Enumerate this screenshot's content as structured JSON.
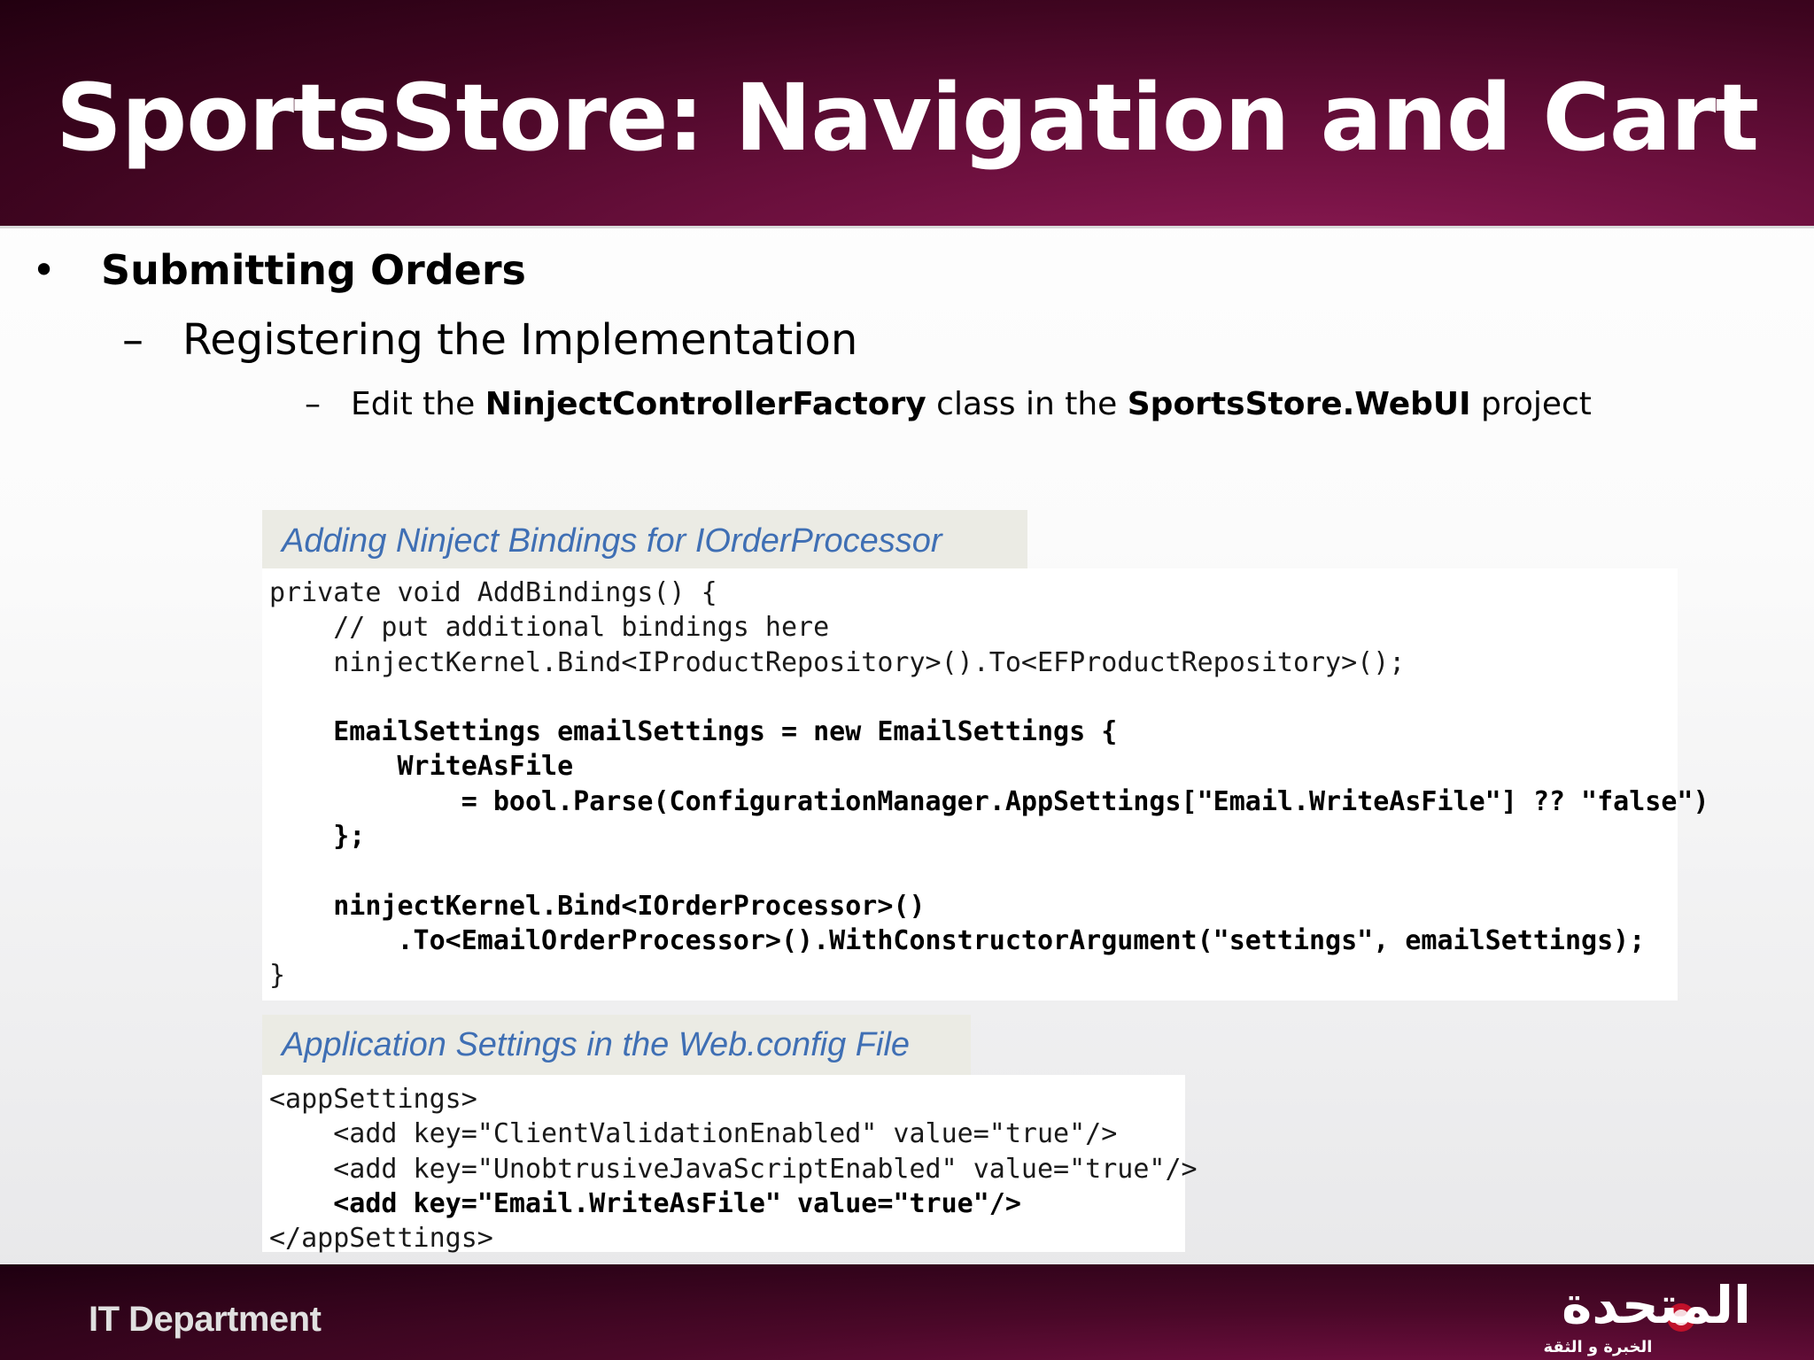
{
  "title": "SportsStore: Navigation and Cart",
  "bullets": {
    "level1": {
      "marker": "•",
      "text": "Submitting Orders"
    },
    "level2": {
      "marker": "–",
      "text": "Registering the Implementation"
    },
    "level3": {
      "marker": "–",
      "parts": [
        "Edit the ",
        "NinjectControllerFactory",
        " class in the ",
        "SportsStore.WebUI",
        " project"
      ]
    }
  },
  "listing1": {
    "caption": "Adding Ninject Bindings for IOrderProcessor",
    "lines": [
      {
        "text": "private void AddBindings() {",
        "bold": false
      },
      {
        "text": "    // put additional bindings here",
        "bold": false
      },
      {
        "text": "    ninjectKernel.Bind<IProductRepository>().To<EFProductRepository>();",
        "bold": false
      },
      {
        "text": "",
        "bold": false
      },
      {
        "text": "    EmailSettings emailSettings = new EmailSettings {",
        "bold": true
      },
      {
        "text": "        WriteAsFile",
        "bold": true
      },
      {
        "text": "            = bool.Parse(ConfigurationManager.AppSettings[\"Email.WriteAsFile\"] ?? \"false\")",
        "bold": true
      },
      {
        "text": "    };",
        "bold": true
      },
      {
        "text": "",
        "bold": false
      },
      {
        "text": "    ninjectKernel.Bind<IOrderProcessor>()",
        "bold": true
      },
      {
        "text": "        .To<EmailOrderProcessor>().WithConstructorArgument(\"settings\", emailSettings);",
        "bold": true
      },
      {
        "text": "}",
        "bold": false
      }
    ]
  },
  "listing2": {
    "caption": "Application Settings in the Web.config File",
    "lines": [
      {
        "text": "<appSettings>",
        "bold": false
      },
      {
        "text": "    <add key=\"ClientValidationEnabled\" value=\"true\"/>",
        "bold": false
      },
      {
        "text": "    <add key=\"UnobtrusiveJavaScriptEnabled\" value=\"true\"/>",
        "bold": false
      },
      {
        "text": "    <add key=\"Email.WriteAsFile\" value=\"true\"/>",
        "bold": true
      },
      {
        "text": "</appSettings>",
        "bold": false
      }
    ]
  },
  "footer": {
    "department": "IT Department",
    "logo_text": "المتحدة",
    "logo_tagline": "الخبرة و الثقة"
  }
}
